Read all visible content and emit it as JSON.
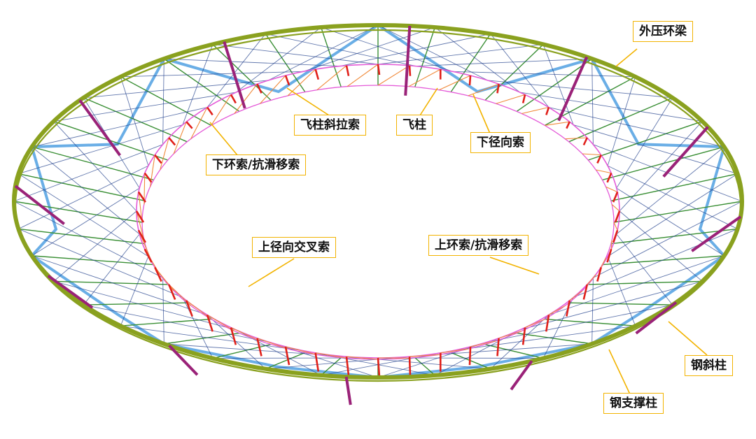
{
  "labels": {
    "outer_ring": "外压环梁",
    "strut_diag_cable": "飞柱斜拉索",
    "flying_strut": "飞柱",
    "lower_radial_cable": "下径向索",
    "lower_ring_cable": "下环索/抗滑移索",
    "upper_radial_cross_cable": "上径向交叉索",
    "upper_ring_cable": "上环索/抗滑移索",
    "steel_inclined_column": "钢斜柱",
    "steel_support_column": "钢支撑柱"
  },
  "colors": {
    "outer_ring": "#8aa11f",
    "flying_strut": "#e0201a",
    "strut_diag_cable": "#f08a3a",
    "inner_ring": "#e45ad8",
    "lower_radial": "#3a8f35",
    "upper_cross": "#1e3d8a",
    "steel_support": "#6aaee6",
    "steel_inclined": "#9a2278",
    "leader": "#f2b300"
  }
}
